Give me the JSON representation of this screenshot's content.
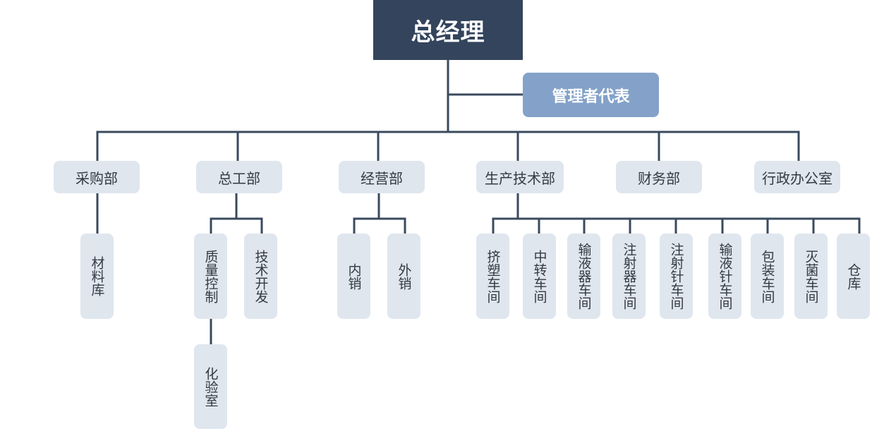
{
  "chart": {
    "root": "总经理",
    "representative": "管理者代表",
    "departments": {
      "purchase": {
        "label": "采购部",
        "units": [
          "材料库"
        ]
      },
      "engineering": {
        "label": "总工部",
        "units": [
          "质量控制",
          "技术开发",
          "化验室"
        ]
      },
      "sales": {
        "label": "经营部",
        "units": [
          "内销",
          "外销"
        ]
      },
      "production": {
        "label": "生产技术部",
        "units": [
          "挤塑车间",
          "中转车间",
          "输液器车间",
          "注射器车间",
          "注射针车间",
          "输液针车间",
          "包装车间",
          "灭菌车间",
          "仓库"
        ]
      },
      "finance": {
        "label": "财务部"
      },
      "admin": {
        "label": "行政办公室"
      }
    }
  },
  "colors": {
    "root": "#33445c",
    "representative": "#84a2c9",
    "box": "#dfe6ee",
    "line": "#3a4a5e"
  }
}
